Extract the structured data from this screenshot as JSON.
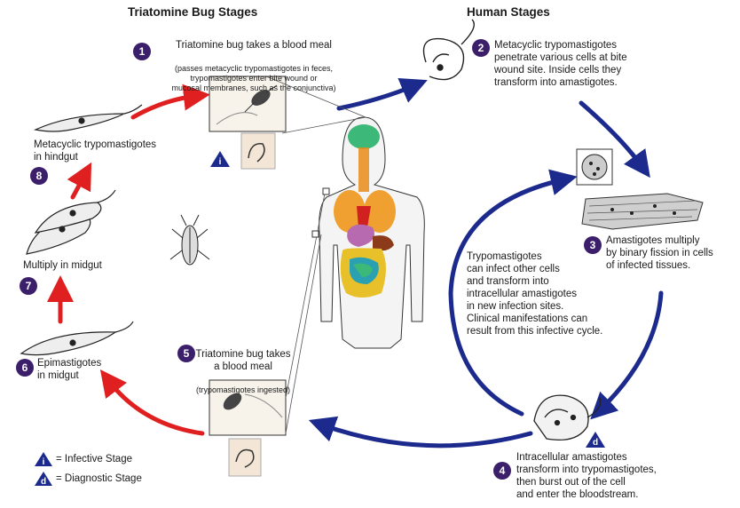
{
  "headers": {
    "left": "Triatomine Bug Stages",
    "right": "Human Stages"
  },
  "steps": {
    "s1": {
      "num": "1",
      "main": "Triatomine bug takes a blood meal",
      "sub": "(passes metacyclic trypomastigotes in feces,\ntrypomastigotes enter bite wound or\nmucosal membranes, such as the conjunctiva)"
    },
    "s2": {
      "num": "2",
      "text": "Metacyclic trypomastigotes\npenetrate various cells at bite\nwound site.  Inside cells they\ntransform into amastigotes."
    },
    "s3": {
      "num": "3",
      "text": "Amastigotes multiply\nby binary fission in cells\nof infected tissues."
    },
    "s4": {
      "num": "4",
      "text": "Intracellular amastigotes\ntransform into trypomastigotes,\nthen burst out of the cell\nand enter the bloodstream."
    },
    "s5": {
      "num": "5",
      "main": "Triatomine bug takes\na blood meal",
      "sub": "(trypomastigotes ingested)"
    },
    "s6": {
      "num": "6",
      "text": "Epimastigotes\nin midgut"
    },
    "s7": {
      "num": "7",
      "text": "Multiply in midgut"
    },
    "s8": {
      "num": "8",
      "text": "Metacyclic trypomastigotes\nin hindgut"
    }
  },
  "center_note": "Trypomastigotes\ncan infect other cells\nand transform into\nintracellular amastigotes\nin new infection sites.\nClinical manifestations can\nresult from this infective cycle.",
  "legend": {
    "infective_symbol": "i",
    "infective_label": "= Infective Stage",
    "diagnostic_symbol": "d",
    "diagnostic_label": "= Diagnostic Stage"
  },
  "colors": {
    "arrow_red": "#e02020",
    "arrow_blue": "#1b2a8c",
    "badge": "#3b1f6b",
    "triangle": "#1b2a8c"
  }
}
